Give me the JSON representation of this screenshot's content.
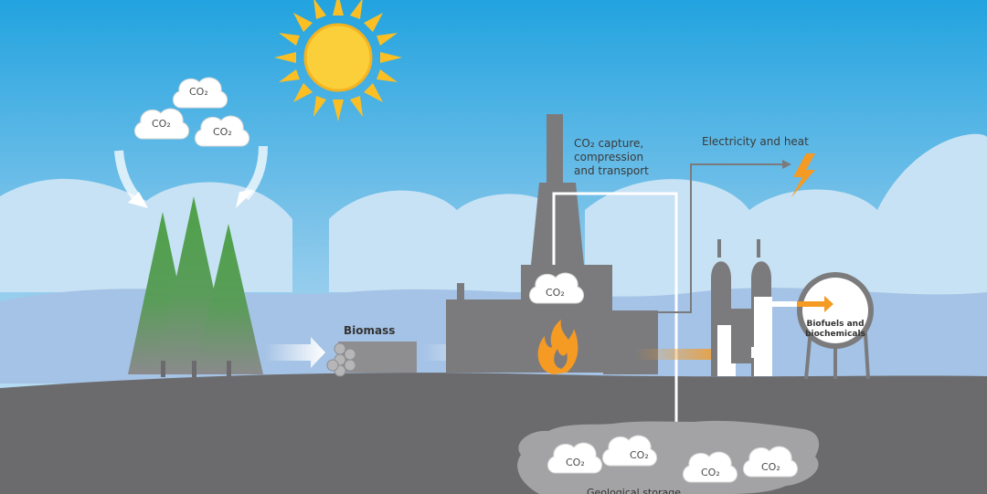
{
  "labels": {
    "co2_text": "CO₂",
    "capture": [
      "CO₂ capture,",
      "compression",
      "and transport"
    ],
    "electricity": "Electricity and heat",
    "biomass": "Biomass",
    "biofuels": [
      "Biofuels and",
      "biochemicals"
    ],
    "storage": "Geological storage"
  },
  "colors": {
    "sky_top": "#2aa6e0",
    "sky_bottom": "#cfe6f5",
    "ground": "#6d6d6e",
    "industry": "#7a7a7c",
    "sun": "#fbbf24",
    "flame": "#f59a23",
    "tree_top": "#4a9a45",
    "arrow_white": "#ffffff"
  },
  "icons": [
    "sun-icon",
    "tree-icon",
    "flame-icon",
    "lightning-icon",
    "log-pile-icon",
    "co2-cloud-icon"
  ]
}
